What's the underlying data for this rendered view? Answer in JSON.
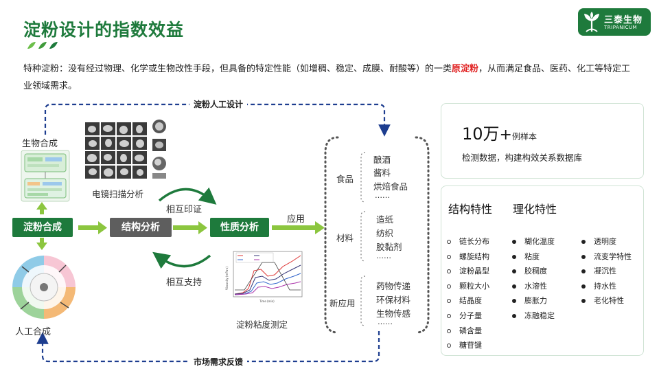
{
  "header": {
    "title": "淀粉设计的指数效益"
  },
  "logo": {
    "cn": "三泰生物",
    "en": "TRIPANICUM"
  },
  "intro": {
    "before": "特种淀粉：没有经过物理、化学或生物改性手段，但具备的特定性能（如增稠、稳定、成膜、耐酸等）的一类",
    "highlight": "原淀粉",
    "after": "，从而满足食品、医药、化工等特定工业领域需求。"
  },
  "diagram": {
    "top_loop": "淀粉人工设计",
    "bottom_loop": "市场需求反馈",
    "bio_label": "生物合成",
    "art_label": "人工合成",
    "sem_label": "电镜扫描分析",
    "viscosity_label": "淀粉粘度测定",
    "mutual_verify": "相互印证",
    "mutual_support": "相互支持",
    "apply": "应用",
    "boxes": {
      "starch": "淀粉合成",
      "structure": "结构分析",
      "property": "性质分析"
    },
    "viscosity_chart_ylabel": "Viscosity (mPa·s)",
    "viscosity_chart_xlabel": "Time (min)",
    "app_groups": [
      {
        "name": "食品",
        "items": [
          "酿酒",
          "酱料",
          "烘焙食品",
          "……"
        ]
      },
      {
        "name": "材料",
        "items": [
          "造纸",
          "纺织",
          "胶黏剂",
          "……"
        ]
      },
      {
        "name": "新应用",
        "items": [
          "药物传递",
          "环保材料",
          "生物传感",
          "……"
        ]
      }
    ]
  },
  "samples": {
    "number": "10万",
    "plus": "+",
    "unit": "例样本",
    "desc": "检测数据，构建构效关系数据库"
  },
  "properties": {
    "h1": "结构特性",
    "h2": "理化特性",
    "col1": [
      "链长分布",
      "螺旋结构",
      "淀粉晶型",
      "颗粒大小",
      "结晶度",
      "分子量",
      "磷含量",
      "糖苷键"
    ],
    "col2": [
      "糊化温度",
      "粘度",
      "胶稠度",
      "水溶性",
      "膨胀力",
      "冻融稳定"
    ],
    "col3": [
      "透明度",
      "流变学特性",
      "凝沉性",
      "持水性",
      "老化特性"
    ]
  },
  "colors": {
    "brand": "#1e7a3c",
    "accent_light": "#6cbf4a",
    "highlight": "#e02020",
    "loop": "#1d3d8f",
    "gray_box": "#5e5e5e"
  }
}
